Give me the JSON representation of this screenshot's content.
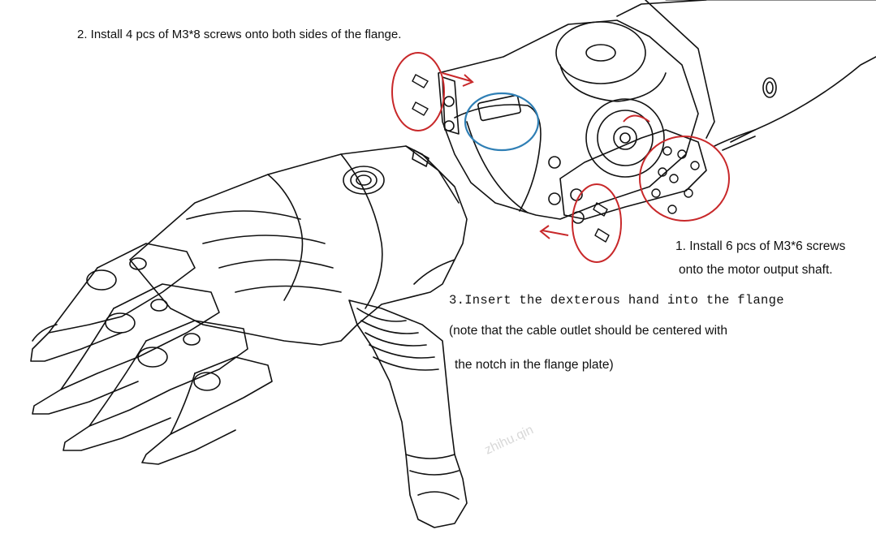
{
  "instructions": {
    "step2": "2. Install 4 pcs of M3*8 screws onto both sides of the flange.",
    "step1_line1": "1. Install 6 pcs of M3*6 screws",
    "step1_line2": "onto the motor output shaft.",
    "step3_line1": "3.Insert the dexterous hand into the flange",
    "step3_line2": "(note that the cable outlet should be centered with",
    "step3_line3": "the notch in the flange plate)"
  },
  "colors": {
    "line": "#111111",
    "highlight_red": "#c8282a",
    "highlight_blue": "#2f7fb5",
    "background": "#ffffff"
  }
}
